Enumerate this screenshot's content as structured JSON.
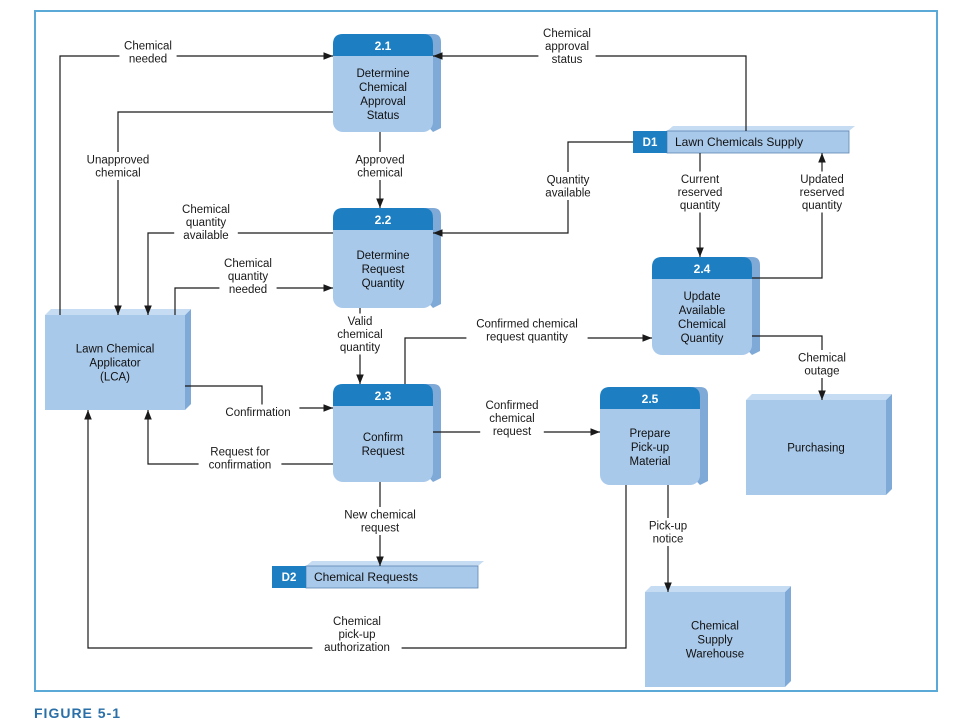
{
  "caption": "FIGURE 5-1",
  "processes": [
    {
      "id": "p21",
      "num": "2.1",
      "lines": [
        "Determine",
        "Chemical",
        "Approval",
        "Status"
      ]
    },
    {
      "id": "p22",
      "num": "2.2",
      "lines": [
        "Determine",
        "Request",
        "Quantity"
      ]
    },
    {
      "id": "p23",
      "num": "2.3",
      "lines": [
        "Confirm",
        "Request"
      ]
    },
    {
      "id": "p24",
      "num": "2.4",
      "lines": [
        "Update",
        "Available",
        "Chemical",
        "Quantity"
      ]
    },
    {
      "id": "p25",
      "num": "2.5",
      "lines": [
        "Prepare",
        "Pick-up",
        "Material"
      ]
    }
  ],
  "entities": [
    {
      "id": "lca",
      "lines": [
        "Lawn Chemical",
        "Applicator",
        "(LCA)"
      ]
    },
    {
      "id": "purchasing",
      "lines": [
        "Purchasing"
      ]
    },
    {
      "id": "warehouse",
      "lines": [
        "Chemical",
        "Supply",
        "Warehouse"
      ]
    }
  ],
  "datastores": [
    {
      "id": "d1",
      "code": "D1",
      "name": "Lawn Chemicals Supply"
    },
    {
      "id": "d2",
      "code": "D2",
      "name": "Chemical Requests"
    }
  ],
  "flows": [
    {
      "id": "f1",
      "lines": [
        "Chemical",
        "needed"
      ]
    },
    {
      "id": "f2",
      "lines": [
        "Chemical",
        "approval",
        "status"
      ]
    },
    {
      "id": "f3",
      "lines": [
        "Unapproved",
        "chemical"
      ]
    },
    {
      "id": "f4",
      "lines": [
        "Approved",
        "chemical"
      ]
    },
    {
      "id": "f5",
      "lines": [
        "Quantity",
        "available"
      ]
    },
    {
      "id": "f6",
      "lines": [
        "Chemical",
        "quantity",
        "available"
      ]
    },
    {
      "id": "f7",
      "lines": [
        "Chemical",
        "quantity",
        "needed"
      ]
    },
    {
      "id": "f8",
      "lines": [
        "Current",
        "reserved",
        "quantity"
      ]
    },
    {
      "id": "f9",
      "lines": [
        "Updated",
        "reserved",
        "quantity"
      ]
    },
    {
      "id": "f10",
      "lines": [
        "Valid",
        "chemical",
        "quantity"
      ]
    },
    {
      "id": "f11",
      "lines": [
        "Confirmed chemical",
        "request quantity"
      ]
    },
    {
      "id": "f12",
      "lines": [
        "Confirmation"
      ]
    },
    {
      "id": "f13",
      "lines": [
        "Request for",
        "confirmation"
      ]
    },
    {
      "id": "f14",
      "lines": [
        "Confirmed",
        "chemical",
        "request"
      ]
    },
    {
      "id": "f15",
      "lines": [
        "Chemical",
        "outage"
      ]
    },
    {
      "id": "f16",
      "lines": [
        "New chemical",
        "request"
      ]
    },
    {
      "id": "f17",
      "lines": [
        "Pick-up",
        "notice"
      ]
    },
    {
      "id": "f18",
      "lines": [
        "Chemical",
        "pick-up",
        "authorization"
      ]
    }
  ],
  "colors": {
    "process_header": "#1d7fc2",
    "process_body": "#a9c9ea",
    "entity": "#a9c9ea",
    "datastore_id": "#1d7fc2",
    "datastore_body": "#a9c9ea",
    "frame": "#5aa9d6",
    "caption": "#2a6fa8"
  }
}
